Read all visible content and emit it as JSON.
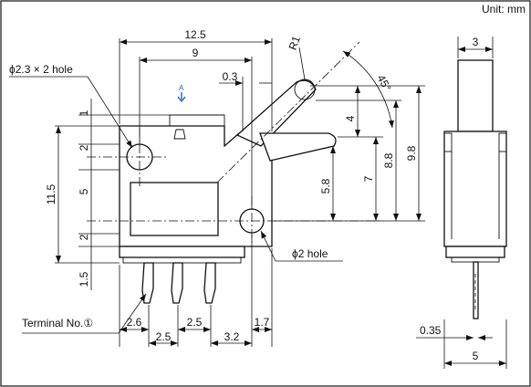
{
  "unit_label": "Unit: mm",
  "dimensions": {
    "w_12_5": "12.5",
    "w_9": "9",
    "w_0_3": "0.3",
    "radius": "R1",
    "angle": "45°",
    "h_1": "1",
    "h_2a": "2",
    "h_5": "5",
    "h_2b": "2",
    "h_1_5": "1.5",
    "h_11_5": "11.5",
    "h_4": "4",
    "h_5_8": "5.8",
    "h_7": "7",
    "h_8_8": "8.8",
    "h_9_8": "9.8",
    "b_2_6": "2.6",
    "b_2_5a": "2.5",
    "b_2_5b": "2.5",
    "b_3_2": "3.2",
    "b_1_7": "1.7",
    "s_3": "3",
    "s_0_35": "0.35",
    "s_5": "5"
  },
  "callouts": {
    "hole_large": "ϕ2.3 × 2 hole",
    "hole_small": "ϕ2 hole",
    "terminal": "Terminal No.①",
    "view_marker": "A"
  },
  "colors": {
    "line": "#111111",
    "marker": "#1f5fbf"
  }
}
